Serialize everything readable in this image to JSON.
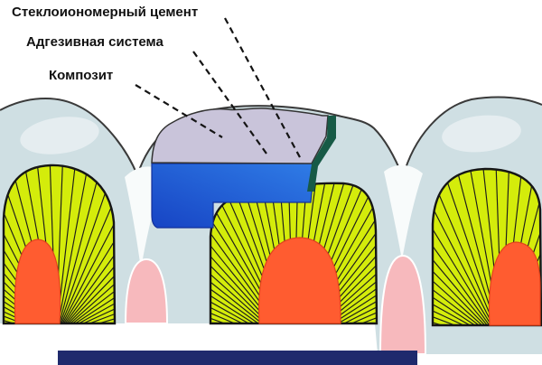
{
  "diagram": {
    "labels": {
      "glass_ionomer": "Стеклоиономерный цемент",
      "adhesive": "Адгезивная система",
      "composite": "Композит"
    }
  },
  "colors": {
    "enamel": "#cfdfe3",
    "enamel_outline": "#3a3a3a",
    "dentin": "#d4ec0b",
    "dentin_outline": "#161616",
    "tubule_line": "#1b1b1b",
    "pulp": "#ff5c30",
    "pulp_edge": "#e2431c",
    "gingiva": "#f7b9bd",
    "interdental_white": "#f8fbfb",
    "glass_ionomer": "#2f7ce6",
    "glass_ionomer_dark": "#1744c4",
    "composite": "#c9c4da",
    "adhesive": "#175a46",
    "leader_line": "#141414",
    "bottom_bar": "#1f2a6d",
    "label_text": "#111111"
  }
}
